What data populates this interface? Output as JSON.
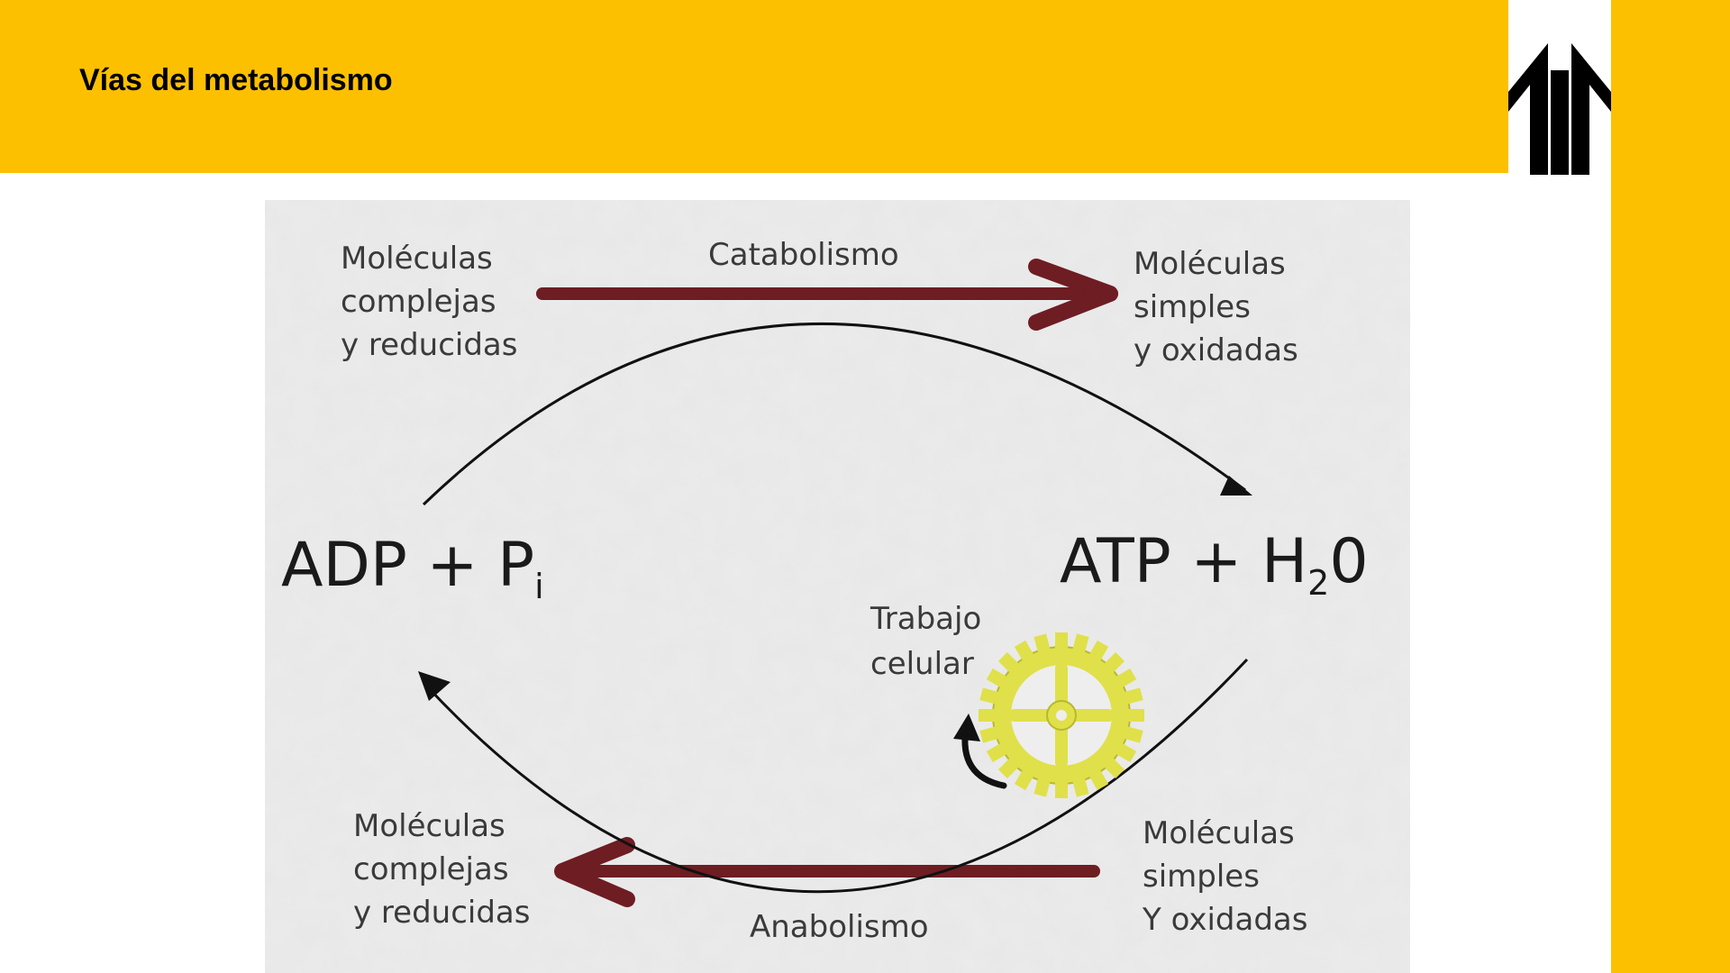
{
  "slide": {
    "title": "Vías del metabolismo"
  },
  "diagram": {
    "catabolism": {
      "label": "Catabolismo",
      "source": [
        "Moléculas",
        "complejas",
        "y reducidas"
      ],
      "product": [
        "Moléculas",
        "simples",
        "y oxidadas"
      ]
    },
    "anabolism": {
      "label": "Anabolismo",
      "source": [
        "Moléculas",
        "simples",
        "Y oxidadas"
      ],
      "product": [
        "Moléculas",
        "complejas",
        "y reducidas"
      ]
    },
    "left_formula": {
      "main": "ADP + P",
      "subscript": "i"
    },
    "right_formula": {
      "main_1": "ATP + H",
      "subscript": "2",
      "main_2": "0"
    },
    "work": [
      "Trabajo",
      "celular"
    ],
    "colors": {
      "background": "#e7e7e7",
      "process_arrow": "#6e1d23",
      "cycle_arrow": "#111111",
      "gear": "#e0e04a",
      "accent": "#FCC000"
    }
  }
}
